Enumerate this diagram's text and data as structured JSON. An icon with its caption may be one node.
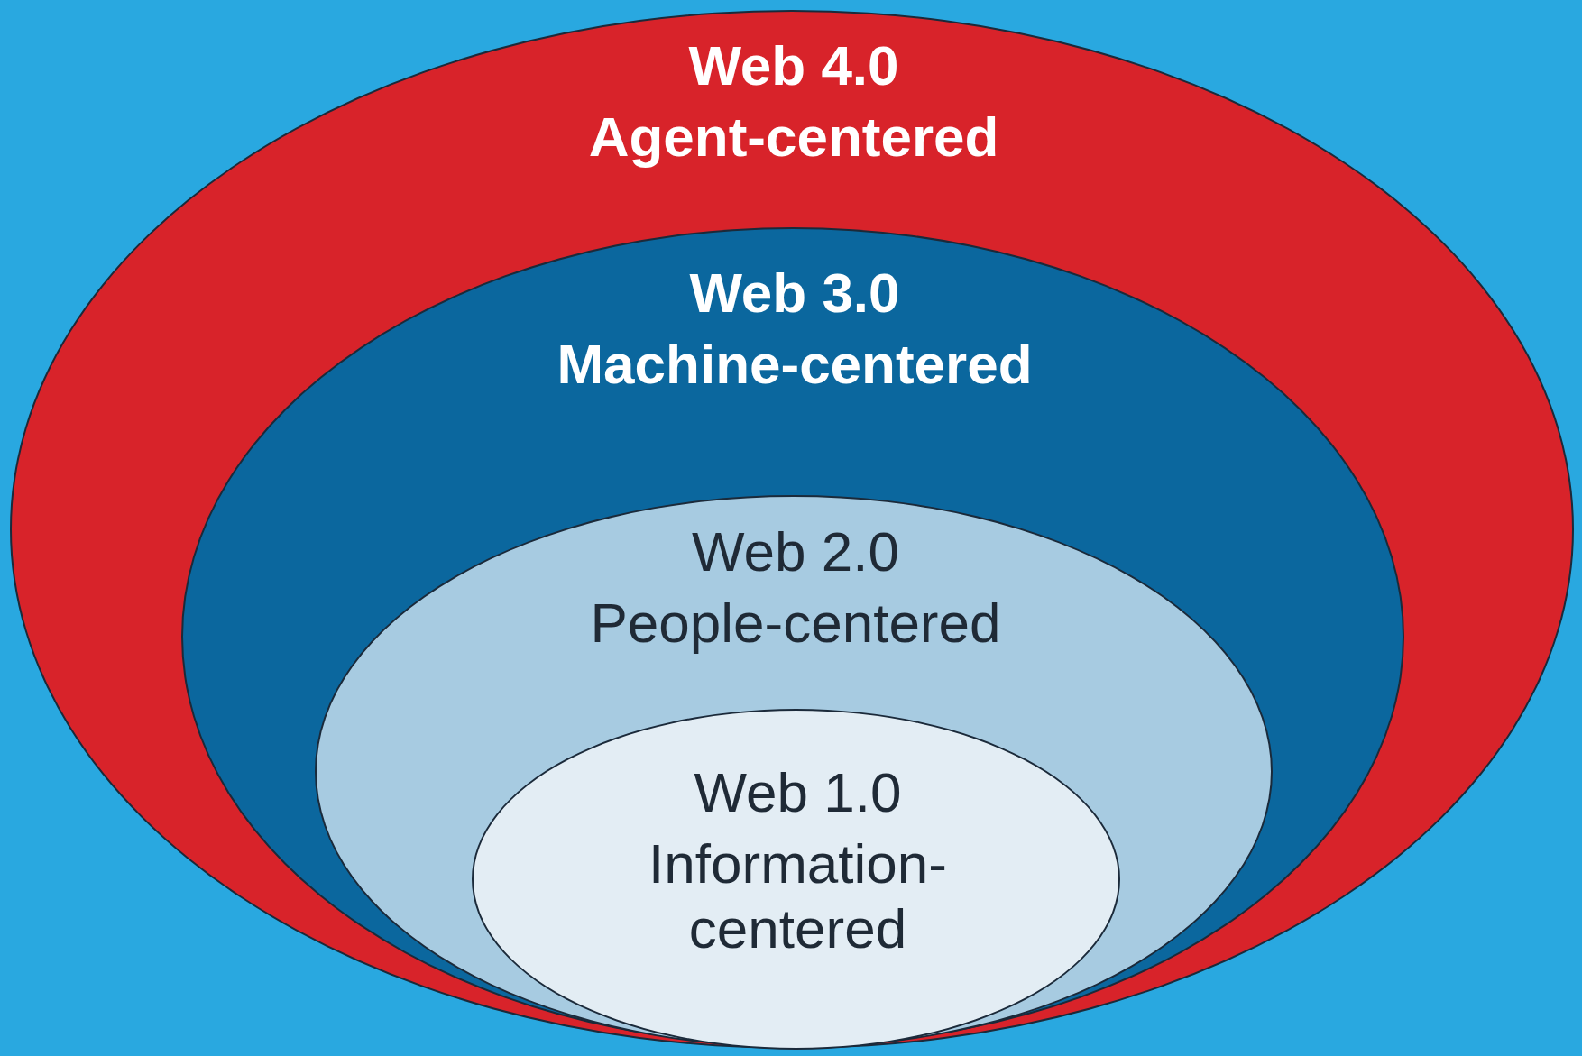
{
  "diagram": {
    "nodes": [
      {
        "text": [
          "Web 4.0",
          "Agent-centered"
        ]
      },
      {
        "text": [
          "Web 3.0",
          "Machine-centered"
        ],
        "in": 0
      },
      {
        "text": [
          "Web 2.0",
          "People-centered"
        ],
        "in": 1
      },
      {
        "text": [
          "Web 1.0",
          "Information-centered"
        ],
        "in": 2
      }
    ]
  }
}
